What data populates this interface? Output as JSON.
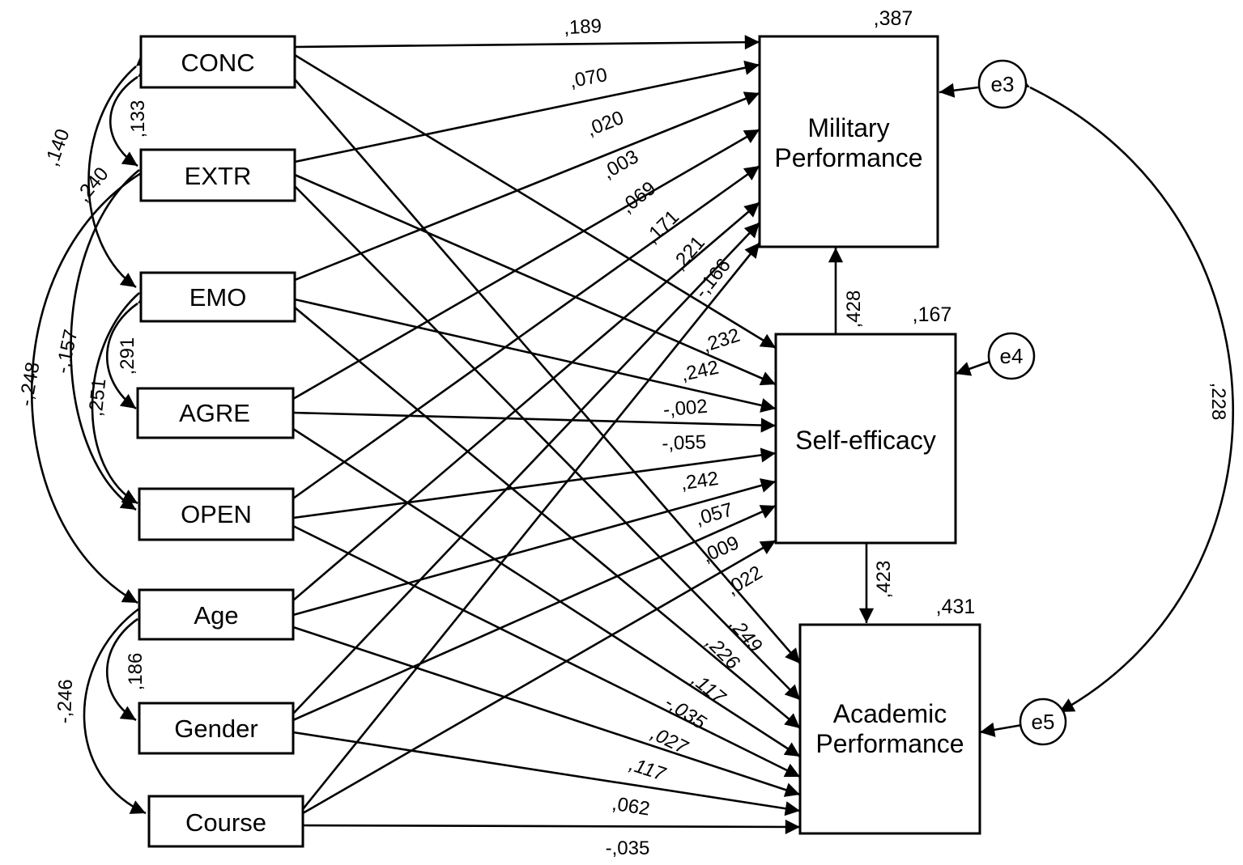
{
  "nodes": {
    "conc": "CONC",
    "extr": "EXTR",
    "emo": "EMO",
    "agre": "AGRE",
    "open": "OPEN",
    "age": "Age",
    "gender": "Gender",
    "course": "Course",
    "military_line1": "Military",
    "military_line2": "Performance",
    "selfefficacy": "Self-efficacy",
    "academic_line1": "Academic",
    "academic_line2": "Performance",
    "e3": "e3",
    "e4": "e4",
    "e5": "e5"
  },
  "r_squared": {
    "military": ",387",
    "selfefficacy": ",167",
    "academic": ",431"
  },
  "paths_to_military": {
    "conc": ",189",
    "extr": ",070",
    "emo": ",020",
    "agre": ",003",
    "open": ",069",
    "age": ",171",
    "gender": ",221",
    "course": "-,166"
  },
  "paths_to_selfefficacy": {
    "conc": ",232",
    "extr": ",242",
    "emo": "-,002",
    "agre": "-,055",
    "open": ",242",
    "age": ",057",
    "gender": ",009",
    "course": ",022"
  },
  "paths_to_academic": {
    "conc": ",249",
    "extr": ",226",
    "emo": ",117",
    "agre": "-,035",
    "open": ",027",
    "age": ",117",
    "gender": ",062",
    "course": "-,035"
  },
  "mediation": {
    "se_to_military": ",428",
    "se_to_academic": ",423"
  },
  "correlations": {
    "conc_extr": ",133",
    "conc_emo": ",140",
    "extr_open": ",240",
    "extr_age": "-,248",
    "emo_agre": ",291",
    "emo_open": ",251",
    "extr_agre": "-,157",
    "age_gender": ",186",
    "age_course": "-,246",
    "e3_e5": ",228"
  }
}
